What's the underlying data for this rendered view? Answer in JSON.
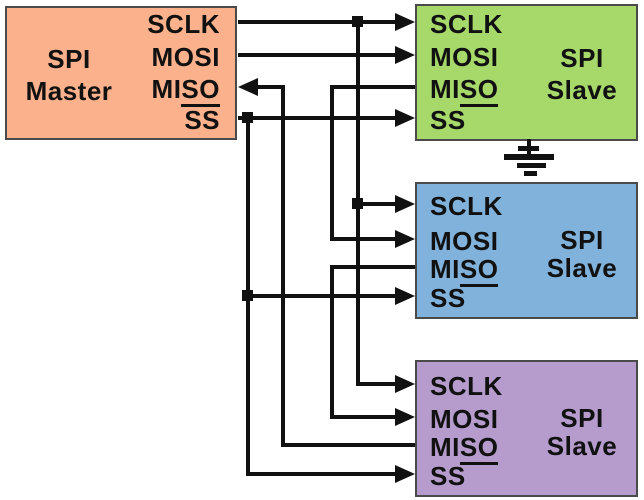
{
  "colors": {
    "background": "#ffffff",
    "wire": "#111111",
    "box_border": "#4a4a4a",
    "master_fill": "#FBB28C",
    "slave1_fill": "#A6D96A",
    "slave2_fill": "#80B2DB",
    "slave3_fill": "#B59CCD"
  },
  "master": {
    "title_line1": "SPI",
    "title_line2": "Master",
    "pins": [
      {
        "pre": "SCLK",
        "und": ""
      },
      {
        "pre": "MOSI",
        "und": ""
      },
      {
        "pre": "MI",
        "und": "SO"
      },
      {
        "pre": "SS",
        "und": ""
      }
    ]
  },
  "slaves": [
    {
      "title_line1": "SPI",
      "title_line2": "Slave",
      "pins": [
        {
          "pre": "SCLK",
          "und": ""
        },
        {
          "pre": "MOSI",
          "und": ""
        },
        {
          "pre": "MI",
          "und": "SO"
        },
        {
          "pre": "SS",
          "und": ""
        }
      ]
    },
    {
      "title_line1": "SPI",
      "title_line2": "Slave",
      "pins": [
        {
          "pre": "SCLK",
          "und": ""
        },
        {
          "pre": "MOSI",
          "und": ""
        },
        {
          "pre": "MI",
          "und": "SO"
        },
        {
          "pre": "SS",
          "und": ""
        }
      ]
    },
    {
      "title_line1": "SPI",
      "title_line2": "Slave",
      "pins": [
        {
          "pre": "SCLK",
          "und": ""
        },
        {
          "pre": "MOSI",
          "und": ""
        },
        {
          "pre": "MI",
          "und": "SO"
        },
        {
          "pre": "SS",
          "und": ""
        }
      ]
    }
  ],
  "nets": [
    {
      "name": "SCLK",
      "route": "Master SCLK to SCLK of Slave 1, Slave 2 and Slave 3 (branch junctions)"
    },
    {
      "name": "MOSI",
      "route": "Master MOSI to Slave 1 MOSI"
    },
    {
      "name": "MISO chain 1",
      "route": "Slave 1 MISO to Slave 2 MOSI"
    },
    {
      "name": "MISO chain 2",
      "route": "Slave 2 MISO to Slave 3 MOSI"
    },
    {
      "name": "MISO return",
      "route": "Slave 3 MISO to Master MISO (arrow into master)"
    },
    {
      "name": "SS",
      "route": "Master SS to SS of Slave 1, Slave 2 and Slave 3 (branch junctions)"
    },
    {
      "name": "GND",
      "route": "Ground symbol on bottom of Slave 1"
    }
  ]
}
